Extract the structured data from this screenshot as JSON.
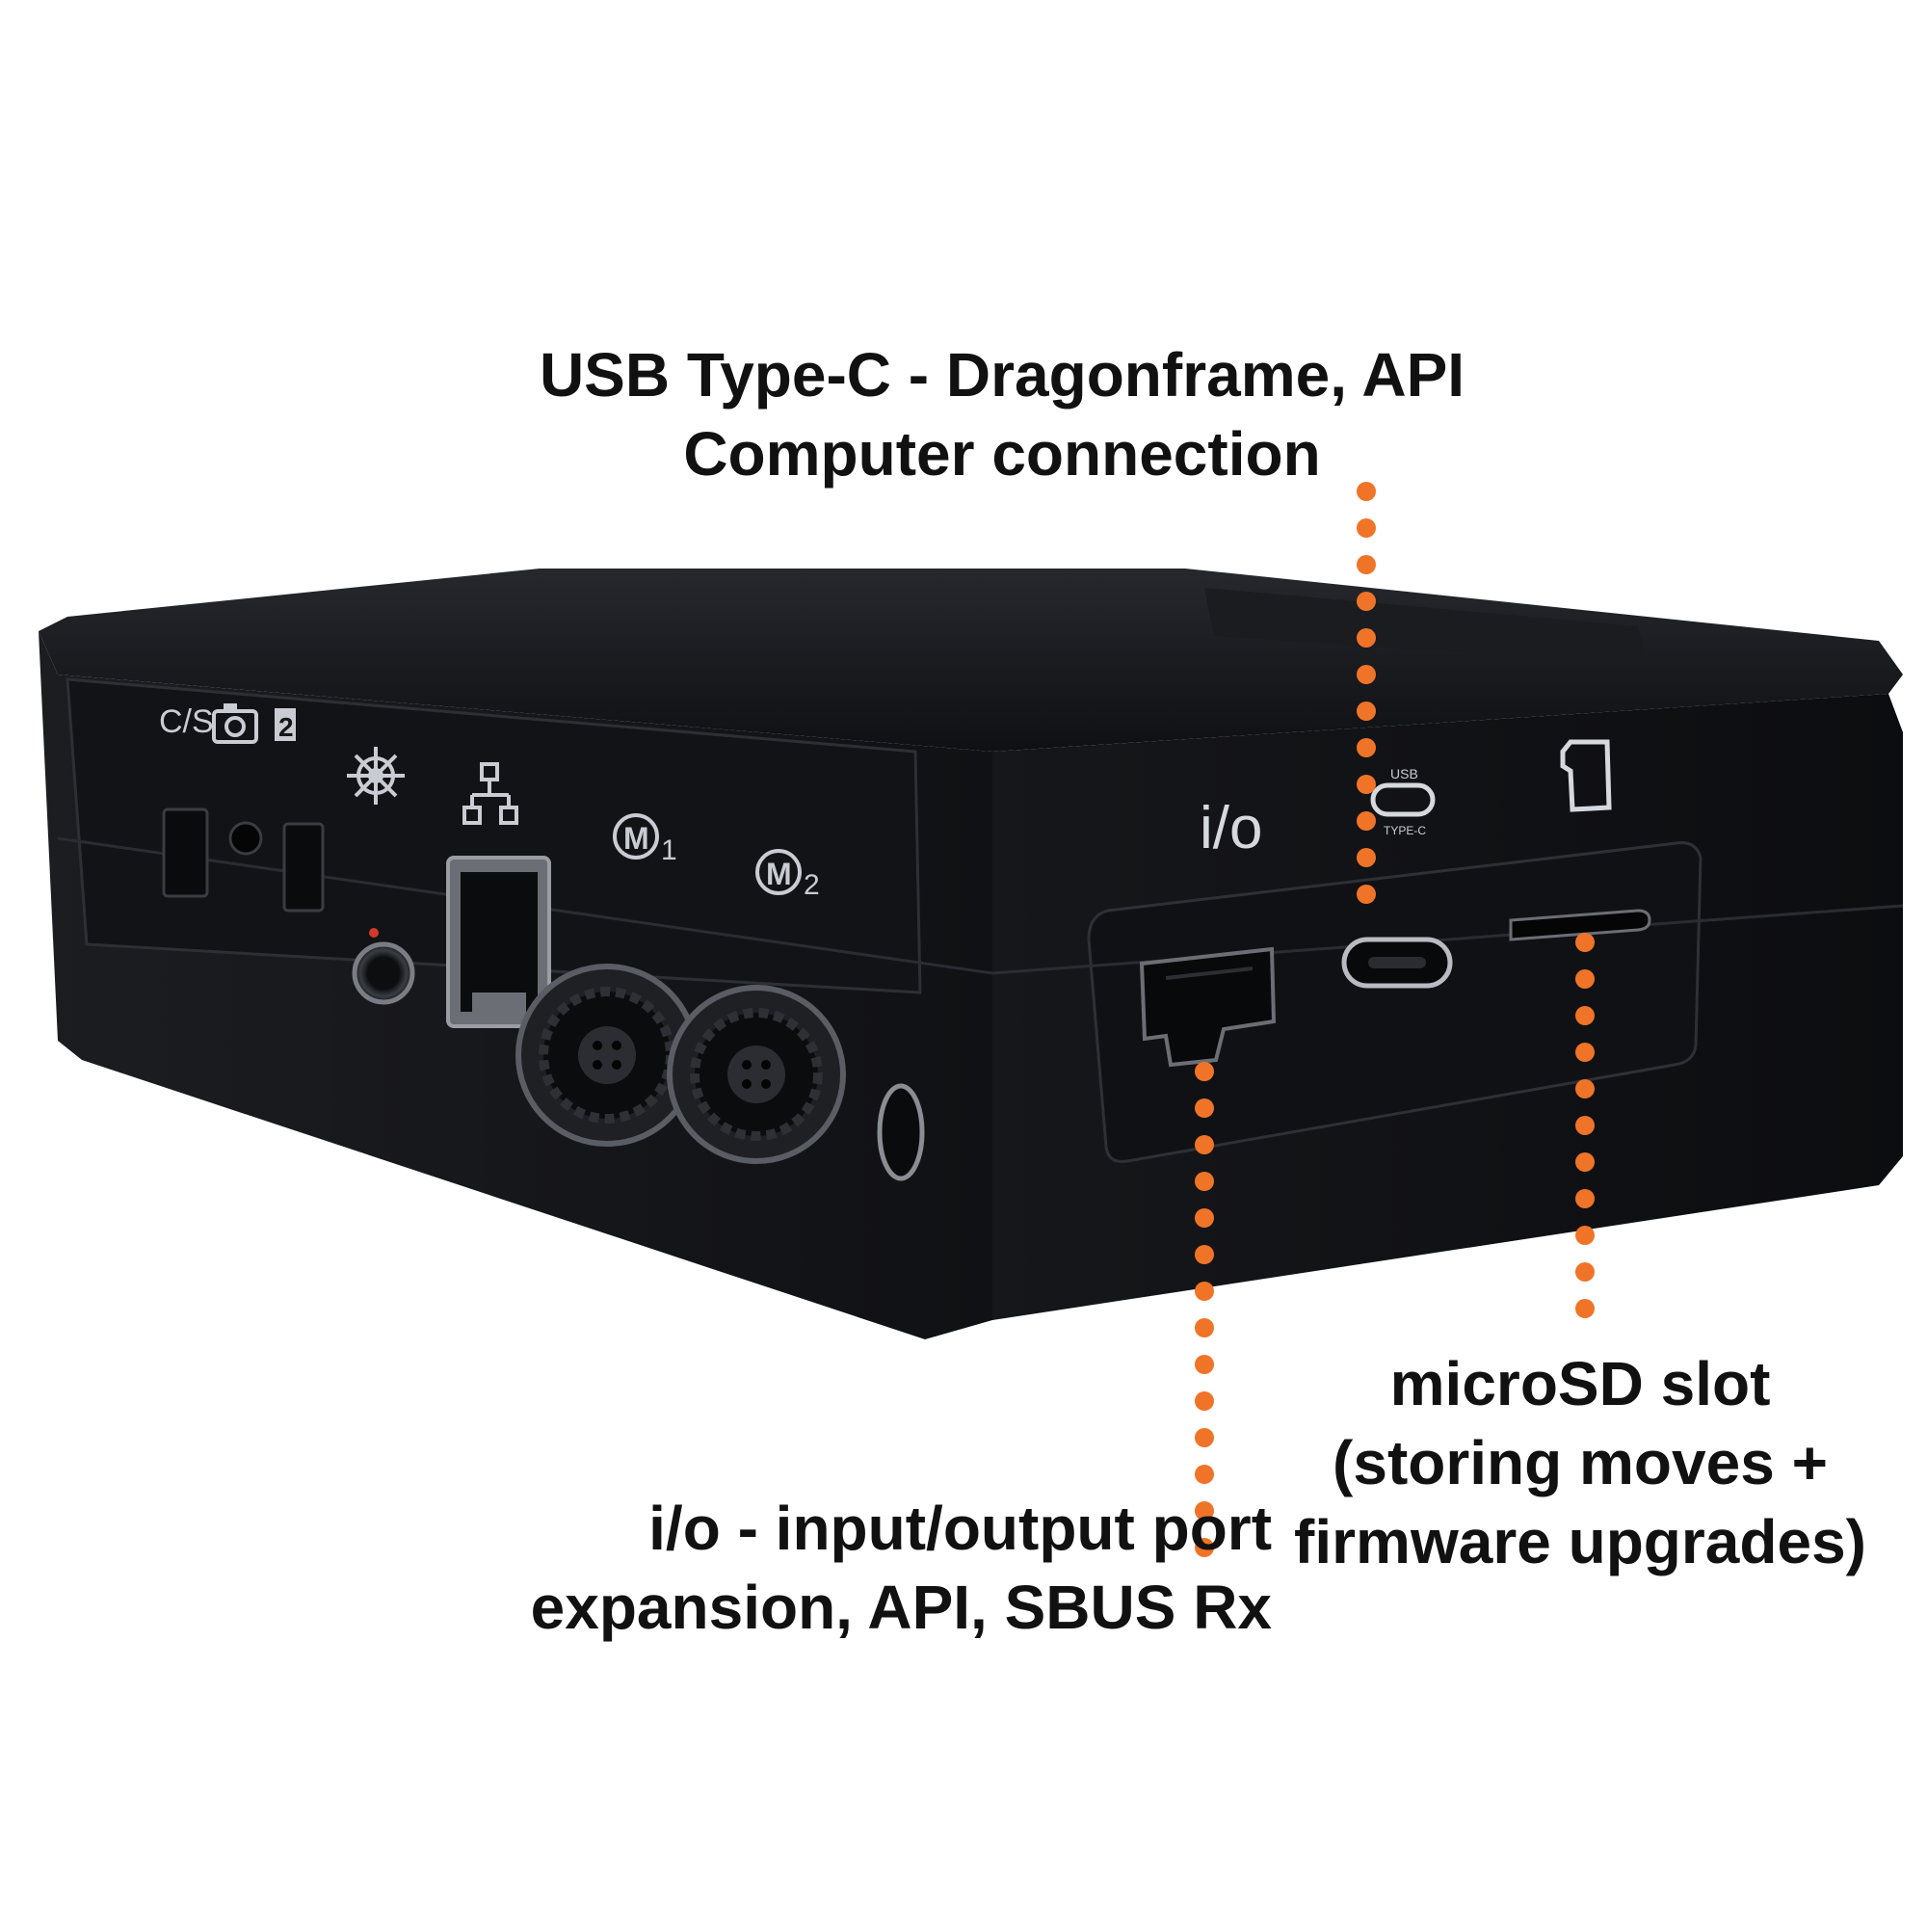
{
  "callouts": {
    "usb": {
      "line1": "USB Type-C - Dragonframe, API",
      "line2": "Computer connection"
    },
    "io": {
      "line1": "i/o - input/output port",
      "line2": "expansion, API, SBUS Rx"
    },
    "microsd": {
      "line1": "microSD slot",
      "line2": "(storing moves +",
      "line3": "firmware upgrades)"
    }
  },
  "device_labels": {
    "cs": "C/S",
    "camera_port": "2",
    "motor1": "M",
    "motor1_num": "1",
    "motor2": "M",
    "motor2_num": "2",
    "io_port": "i/o",
    "usb_small": "USB",
    "usb_type": "TYPE-C"
  },
  "colors": {
    "background": "#ffffff",
    "device_body": "#141518",
    "callout_dots": "#f07427",
    "caption_text": "#111111"
  },
  "icons": {
    "camera": "camera-icon",
    "wheel": "ship-wheel-icon",
    "network": "network-icon",
    "microsd": "microsd-card-icon"
  }
}
